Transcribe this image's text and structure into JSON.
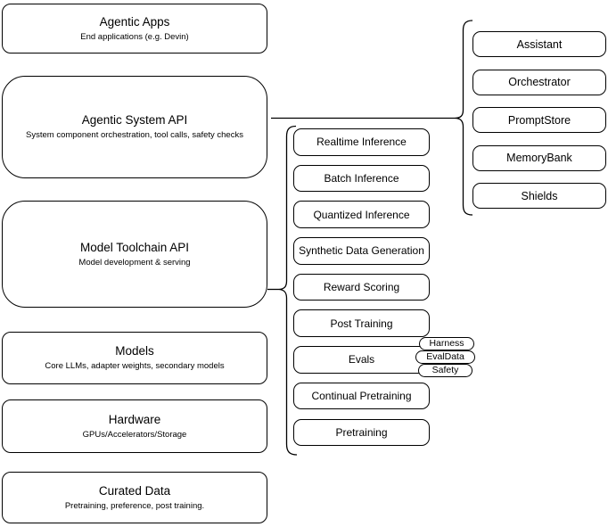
{
  "diagram": {
    "left_stack": [
      {
        "title": "Agentic Apps",
        "subtitle": "End applications (e.g. Devin)"
      },
      {
        "title": "Agentic System API",
        "subtitle": "System component orchestration, tool calls, safety checks"
      },
      {
        "title": "Model Toolchain API",
        "subtitle": "Model development & serving"
      },
      {
        "title": "Models",
        "subtitle": "Core LLMs, adapter weights, secondary models"
      },
      {
        "title": "Hardware",
        "subtitle": "GPUs/Accelerators/Storage"
      },
      {
        "title": "Curated Data",
        "subtitle": "Pretraining, preference, post training."
      }
    ],
    "toolchain_items": [
      "Realtime Inference",
      "Batch Inference",
      "Quantized Inference",
      "Synthetic Data Generation",
      "Reward Scoring",
      "Post Training",
      "Evals",
      "Continual Pretraining",
      "Pretraining"
    ],
    "evals_tags": [
      "Harness",
      "EvalData",
      "Safety"
    ],
    "system_components": [
      "Assistant",
      "Orchestrator",
      "PromptStore",
      "MemoryBank",
      "Shields"
    ],
    "colors": {
      "stroke": "#000000",
      "fill": "#ffffff"
    }
  }
}
